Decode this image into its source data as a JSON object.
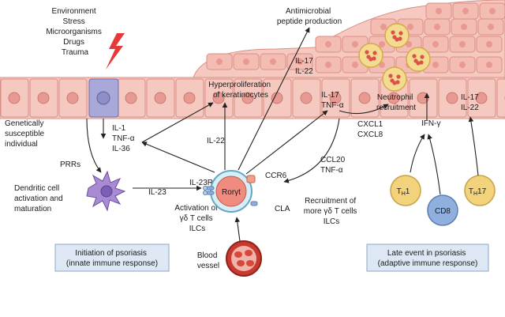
{
  "triggers": [
    "Environment",
    "Stress",
    "Microorganisms",
    "Drugs",
    "Trauma"
  ],
  "labels": {
    "antimicrobial": [
      "Antimicrobial",
      "peptide production"
    ],
    "hyperproliferation": [
      "Hyperproliferation",
      "of keratinocytes"
    ],
    "genetic": [
      "Genetically",
      "susceptible",
      "individual"
    ],
    "prrs": "PRRs",
    "il1_tnf_il36": [
      "IL-1",
      "TNF-α",
      "IL-36"
    ],
    "il22_mid": "IL-22",
    "il17_il22_top": [
      "IL-17",
      "IL-22"
    ],
    "il17_tnf": [
      "IL-17",
      "TNF-α"
    ],
    "cxcl": [
      "CXCL1",
      "CXCL8"
    ],
    "neutrophil": [
      "Neutrophil",
      "recruitment"
    ],
    "ifn": "IFN-γ",
    "il17_il22_right": [
      "IL-17",
      "IL-22"
    ],
    "dendritic": [
      "Dendritic cell",
      "activation and",
      "maturation"
    ],
    "il23": "IL-23",
    "il23r": "IL-23R",
    "ccr6": "CCR6",
    "cla": "CLA",
    "roryt": "Rorγt",
    "activation": [
      "Activation of",
      "γδ T cells",
      "ILCs"
    ],
    "ccl20_tnf": [
      "CCL20",
      "TNF-α"
    ],
    "recruitment": [
      "Recruitment of",
      "more γδ T cells",
      "ILCs"
    ],
    "blood_vessel": [
      "Blood",
      "vessel"
    ],
    "th1": "T",
    "th1_sub": "H",
    "th1_num": "1",
    "cd8": "CD8",
    "th17": "T",
    "th17_sub": "H",
    "th17_num": "17"
  },
  "boxes": {
    "initiation": [
      "Initiation of psoriasis",
      "(innate immune response)"
    ],
    "late": [
      "Late event in psoriasis",
      "(adaptive immune response)"
    ]
  },
  "colors": {
    "skin": "#f6c9c0",
    "skin_border": "#d98f86",
    "nucleus": "#e89a92",
    "box_fill": "#dde8f4",
    "box_border": "#8ba6c6",
    "tcell": "#f2d27a",
    "cd8": "#8fb0de",
    "dendritic": "#a98bd3",
    "ror": "#f08b80",
    "blood": "#d7473b"
  },
  "icons": [
    "lightning-bolt-icon"
  ]
}
